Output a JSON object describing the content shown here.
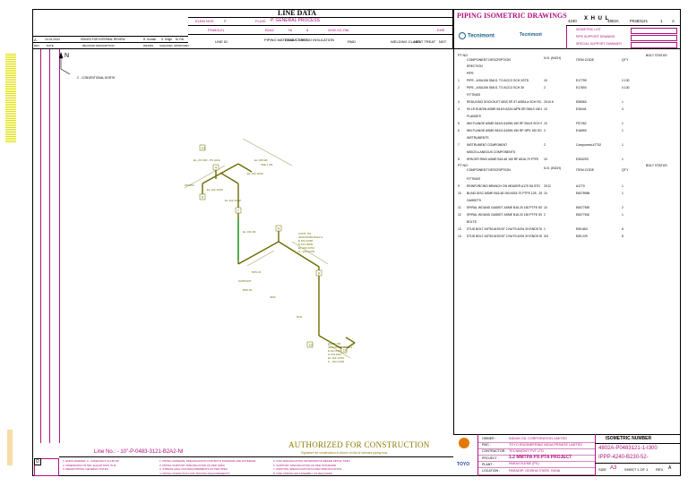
{
  "header": {
    "title": "LINE DATA",
    "iso_title": "PIPING ISOMETRIC DRAWINGS",
    "row1": [
      "ELEM NOS",
      "P",
      "FLUID",
      "P. GENERAL PROCESS"
    ],
    "row2": [
      "P0483121",
      "B2A2",
      "NI",
      "8",
      "4240-XZ-OM-",
      "EHR"
    ],
    "col_heads": [
      "LINE ID",
      "PIPING MATERIAL CLASS",
      "CLASS",
      "THK NO INSULATION",
      "PAID",
      "WELDING CLASS",
      "HEAT TREAT",
      "NDT"
    ],
    "doc_nums": [
      "4240",
      "X H U L",
      "4802A",
      "P0483121",
      "1",
      "A"
    ],
    "rev_row": [
      "A",
      "14.01.2022",
      "ISSUED FOR INTERNAL REVIEW",
      "R. Kumari",
      "S. Singh",
      "M. Pal"
    ],
    "rev_heads": [
      "REV",
      "DATE",
      "REVISION DESCRIPTION",
      "DRAWN",
      "CHECKED",
      "APPROVED"
    ],
    "side_list": [
      "ISOMETRIC LIST",
      "PIPE SUPPORT DRAWING",
      "SPECIAL SUPPORT SUMMARY"
    ]
  },
  "bom1": {
    "heads": [
      "PT NO",
      "COMPONENT DESCRIPTION",
      "N.S. (INCH)",
      "ITEM CODE",
      "QTY",
      "BOLT STATUS"
    ],
    "rows": [
      [
        "",
        "ERECTION",
        "",
        "",
        "",
        ""
      ],
      [
        "",
        "PIPE",
        "",
        "",
        "",
        ""
      ],
      [
        "1",
        "PIPE - A/SA106 SMLS. TO ACCO SCH XSTD",
        "10",
        "E17799",
        "2.130",
        ""
      ],
      [
        "2",
        "PIPE - A/SA106 SMLS. TO ACCO SCH 30",
        "2",
        "E17803",
        "0.130",
        ""
      ],
      [
        "",
        "FITTINGS",
        "",
        "",
        "",
        ""
      ],
      [
        "3",
        "REDUCING SOCKOLET MSS SP-97 A/SB4 a SCH RC-RED",
        "2X10.5",
        "E55963",
        "1",
        ""
      ],
      [
        "4",
        "90 LR ELBOW ASME B16.9 A234-WPB SR SMLS 150 ENDS SCH XSTD",
        "10",
        "E26441",
        "4",
        ""
      ],
      [
        "",
        "FLANGES",
        "",
        "",
        "",
        ""
      ],
      [
        "5",
        "WN FLANGE ASME B16.5 A105N 150 RF B16.5 SCH STD",
        "10",
        "F97262",
        "1",
        ""
      ],
      [
        "6",
        "WN FLANGE ASME B16.5 A105N 150 RF NPS 150 SCH XSTD",
        "2",
        "E16593",
        "1",
        ""
      ],
      [
        "",
        "INSTRUMENTS",
        "",
        "",
        "",
        ""
      ],
      [
        "7",
        "INSTRUMENT COMPONENT",
        "2",
        "Component-47732",
        "1",
        ""
      ],
      [
        "",
        "MISCELLANEOUS COMPONENTS",
        "",
        "",
        "",
        ""
      ],
      [
        "8",
        "SPACER RING ASME B16.48 150 RF A516-70 PTFE",
        "10",
        "E394293",
        "1",
        ""
      ]
    ]
  },
  "bom2": {
    "heads": [
      "PT NO",
      "COMPONENT DESCRIPTION",
      "N.S. (INCH)",
      "ITEM CODE",
      "QTY",
      "BOLT STATUS"
    ],
    "rows": [
      [
        "",
        "FITTINGS",
        "",
        "",
        "",
        ""
      ],
      [
        "9",
        "REINFORCING BRANCH ON HEADER A179 SA STD",
        "2X12",
        "A1770",
        "1",
        ""
      ],
      [
        "10",
        "BLIND DISC ASME B16.48 150 A515-70 PTFE 125 - 250 AARH",
        "10",
        "E6078988",
        "1",
        ""
      ],
      [
        "",
        "GASKETS",
        "",
        "",
        "",
        ""
      ],
      [
        "11",
        "SPIRAL WOUND GASKET ASME B16.20 150 PTFE SS 316L CARBON STEEL RING",
        "10",
        "E6077659",
        "2",
        ""
      ],
      [
        "12",
        "SPIRAL WOUND GASKET ASME B16.20 150 PTFE SS 316L CARBON STEEL RING",
        "2",
        "E6077630",
        "1",
        ""
      ],
      [
        "",
        "BOLTS",
        "",
        "",
        "",
        ""
      ],
      [
        "13",
        "STUD BOLT ASTM A193 B7 2 NUTS A194 2H ENDS 90mm Length",
        "1",
        "E69-663",
        "8",
        ""
      ],
      [
        "14",
        "STUD BOLT ASTM A193 B7 2 NUTS A194 2H ENDS 90 mm Length",
        "3/4",
        "E69-229",
        "8",
        ""
      ]
    ]
  },
  "drawing": {
    "north": "N",
    "conv_note": "C - CONVENTIONAL NORTH",
    "labels": [
      "EL +57.000 - PS 4240",
      "WTW02",
      "EL 103.147M",
      "EL 103.147M",
      "EL 103.147M",
      "EL 105.9M",
      "TEE 1.2M",
      "EL 103.1M",
      "SUPPORT",
      "SPC-01",
      "BSP-02",
      "4002",
      "6011"
    ],
    "callouts": [
      "4",
      "4",
      "6",
      "7",
      "9",
      "10",
      "12",
      "13"
    ],
    "support_text_1": [
      "CONT. ON",
      "4240-P0483-B2A2-1",
      "E 103.123M",
      "N 101.000M",
      "EL 103.147M",
      "S - 103.147M"
    ],
    "support_text_2": [
      "CONT. ON",
      "4240-P0483-B2A2-1",
      "E 101.04M",
      "N 103.16M",
      "EL 103.147M",
      "S - 103.147M"
    ]
  },
  "stamp": {
    "main": "AUTHORIZED FOR CONSTRUCTION",
    "sub": "Signature for construction is shown on list of relevant piping isos"
  },
  "line_no": "Line No.: - 10\"-P-0483-3121-B2A2-NI",
  "notes_left": [
    "1. ENDS MARKED: A - ASME B16.5 CL150 RF",
    "2. DIMENSIONS IN MM, ELEVATIONS IN M",
    "3. REFER PIPING GENERAL NOTES"
  ],
  "notes_mid": [
    "1. PIPING MATERIAL SPECIFICATION FOR BOTH INTERIOR AND EXTERIOR",
    "2. PIPING SUPPORT SPECIFICATION AS PER SPEC",
    "3. STRESS ANALYSIS REQUIREMENTS AS PER SPEC",
    "4. PIPING INSPECTION AND TESTING REQUIREMENTS"
  ],
  "notes_right": [
    "5. FOR SPECIFICATION INFORMATION REFER PIPING SPEC",
    "6. SUPPORT SPECIFICATION AS PER STANDARD",
    "7. PAINTING SPECIFICATION AS PER SPECIFICATION",
    "8. FIRE SPRINKLER ASSEMBLY AS REQUIRED"
  ],
  "title_block": {
    "owner_label": "OWNER :",
    "owner": "INDIAN OIL CORPORATION LIMITED",
    "pmc_label": "PMC :",
    "pmc": "TOYO ENGINEERING INDIA PRIVATE LIMITED",
    "contractor_label": "CONTRACTOR :",
    "contractor": "TECNIMONT PVT LTD",
    "project_label": "PROJECT :",
    "project": "1.2 MMTPA PX-PTA PROJECT",
    "plant_label": "PLANT :",
    "plant": "PARAXYLENE (PX)",
    "location_label": "LOCATION :",
    "location": "PARADIP, ODISHA STATE, INDIA",
    "iso_number_label": "ISOMETRIC NUMBER",
    "iso_number": "4802A-P0483121-1-I300",
    "iso_number2": "IPPP-4240-B230-52-",
    "size_label": "SIZE",
    "size": "A3",
    "sheet_label": "SHEET",
    "sheet": "1 OF 1",
    "rev_label": "REV.",
    "rev": "A",
    "logo_tecnimont": "Tecnimont",
    "logo_toyo": "TOYO"
  },
  "colors": {
    "magenta": "#b0107e",
    "yellow": "#e0e000",
    "drawing": "#6b6b00",
    "orange": "#e07a00"
  }
}
